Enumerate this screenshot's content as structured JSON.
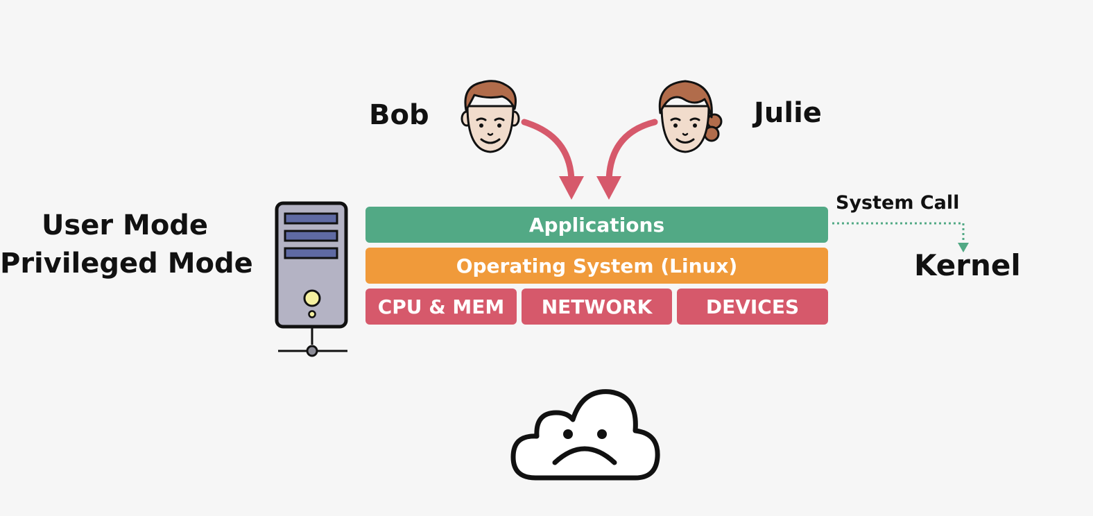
{
  "users": {
    "bob": "Bob",
    "julie": "Julie"
  },
  "modes": {
    "user_mode": "User Mode",
    "privileged_mode": "Privileged Mode"
  },
  "stack": {
    "applications": "Applications",
    "operating_system": "Operating System (Linux)",
    "hardware": [
      "CPU & MEM",
      "NETWORK",
      "DEVICES"
    ]
  },
  "system_call": "System Call",
  "kernel": "Kernel",
  "colors": {
    "applications": "#52a985",
    "operating_system": "#f09a3a",
    "hardware": "#d6596b",
    "arrow": "#d6596b",
    "system_call_line": "#52a985"
  },
  "icons": {
    "bob": "man-face-icon",
    "julie": "woman-face-icon",
    "server": "server-tower-icon",
    "cloud": "sad-cloud-icon"
  }
}
